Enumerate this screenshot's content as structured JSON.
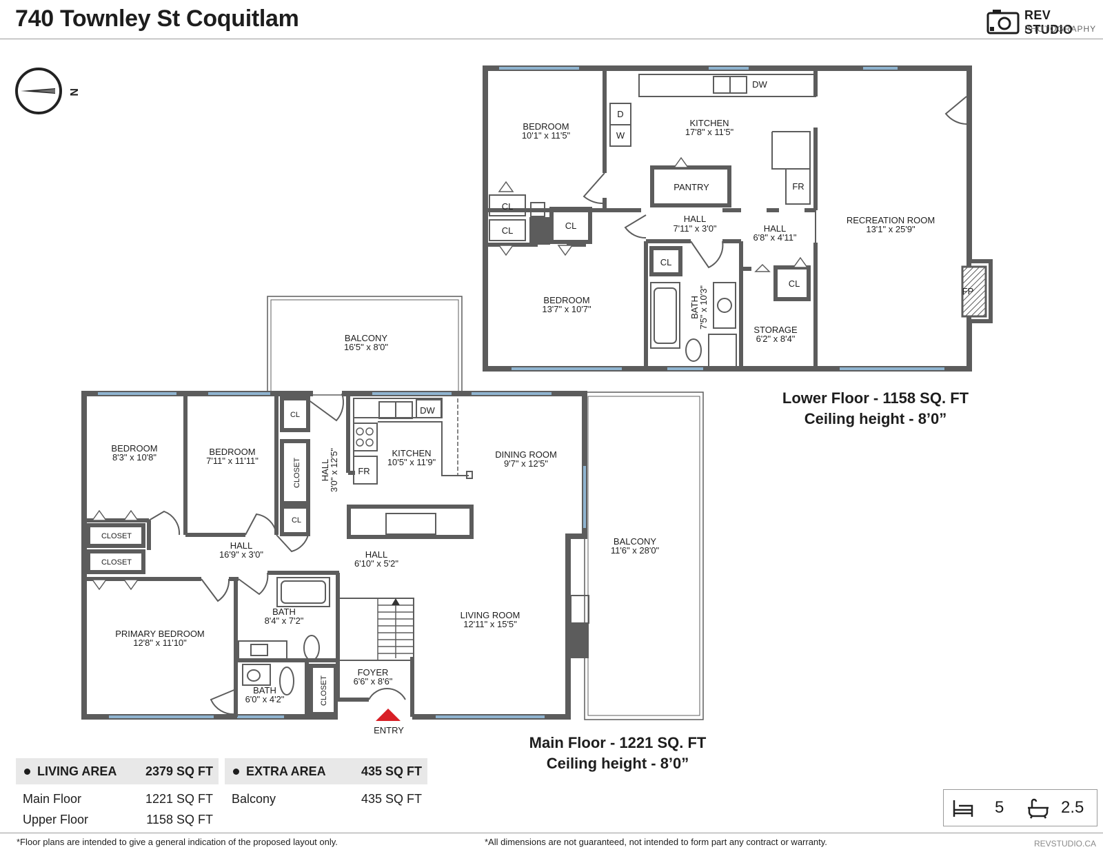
{
  "title": "740 Townley St Coquitlam",
  "brand": {
    "name": "REV STUDIO",
    "sub": "PHOTOGRAPHY"
  },
  "compass_label": "N",
  "lower_floor": {
    "caption_line1": "Lower Floor - 1158 SQ. FT",
    "caption_line2": "Ceiling height - 8’0”",
    "rooms": [
      {
        "id": "l-bed1",
        "name": "BEDROOM",
        "dim": "10'1\" x 11'5\""
      },
      {
        "id": "l-kitchen",
        "name": "KITCHEN",
        "dim": "17'8\" x 11'5\""
      },
      {
        "id": "l-pantry",
        "name": "PANTRY",
        "dim": ""
      },
      {
        "id": "l-hall1",
        "name": "HALL",
        "dim": "7'11\" x 3'0\""
      },
      {
        "id": "l-hall2",
        "name": "HALL",
        "dim": "6'8\" x 4'11\""
      },
      {
        "id": "l-rec",
        "name": "RECREATION ROOM",
        "dim": "13'1\" x 25'9\""
      },
      {
        "id": "l-bed2",
        "name": "BEDROOM",
        "dim": "13'7\" x 10'7\""
      },
      {
        "id": "l-bath",
        "name": "BATH",
        "dim": "7'5\" x 10'3\""
      },
      {
        "id": "l-storage",
        "name": "STORAGE",
        "dim": "6'2\" x 8'4\""
      }
    ],
    "fixtures": {
      "dw": "DW",
      "d": "D",
      "w": "W",
      "fr": "FR",
      "cl": "CL",
      "fp": "FP"
    }
  },
  "main_floor": {
    "caption_line1": "Main Floor - 1221 SQ. FT",
    "caption_line2": "Ceiling height - 8’0”",
    "rooms": [
      {
        "id": "m-balcony-top",
        "name": "BALCONY",
        "dim": "16'5\" x 8'0\""
      },
      {
        "id": "m-bed1",
        "name": "BEDROOM",
        "dim": "8'3\" x 10'8\""
      },
      {
        "id": "m-bed2",
        "name": "BEDROOM",
        "dim": "7'11\" x 11'11\""
      },
      {
        "id": "m-hall-v",
        "name": "HALL",
        "dim": "3'0\" x 12'5\""
      },
      {
        "id": "m-kitchen",
        "name": "KITCHEN",
        "dim": "10'5\" x 11'9\""
      },
      {
        "id": "m-dining",
        "name": "DINING ROOM",
        "dim": "9'7\" x 12'5\""
      },
      {
        "id": "m-hall-w",
        "name": "HALL",
        "dim": "16'9\" x 3'0\""
      },
      {
        "id": "m-hall-c",
        "name": "HALL",
        "dim": "6'10\" x 5'2\""
      },
      {
        "id": "m-balcony-side",
        "name": "BALCONY",
        "dim": "11'6\" x 28'0\""
      },
      {
        "id": "m-primary",
        "name": "PRIMARY BEDROOM",
        "dim": "12'8\" x 11'10\""
      },
      {
        "id": "m-bath1",
        "name": "BATH",
        "dim": "8'4\" x 7'2\""
      },
      {
        "id": "m-living",
        "name": "LIVING ROOM",
        "dim": "12'11\" x 15'5\""
      },
      {
        "id": "m-bath2",
        "name": "BATH",
        "dim": "6'0\" x 4'2\""
      },
      {
        "id": "m-foyer",
        "name": "FOYER",
        "dim": "6'6\" x 8'6\""
      }
    ],
    "fixtures": {
      "cl": "CL",
      "closet": "CLOSET",
      "dw": "DW",
      "fr": "FR",
      "entry": "ENTRY"
    }
  },
  "living_area": {
    "heading": "LIVING AREA",
    "total": "2379 SQ FT",
    "rows": [
      {
        "label": "Main Floor",
        "value": "1221 SQ FT"
      },
      {
        "label": "Upper Floor",
        "value": "1158 SQ FT"
      }
    ]
  },
  "extra_area": {
    "heading": "EXTRA AREA",
    "total": "435 SQ FT",
    "rows": [
      {
        "label": "Balcony",
        "value": "435 SQ FT"
      }
    ]
  },
  "counts": {
    "beds": "5",
    "baths": "2.5"
  },
  "footer": {
    "left": "*Floor plans are intended to give a general indication of the proposed layout only.",
    "right": "*All dimensions are not guaranteed, not intended to form part any contract or warranty.",
    "site": "REVSTUDIO.CA"
  },
  "colors": {
    "wall": "#5c5c5c",
    "window": "#8fb4d0",
    "entry_marker": "#d81f26",
    "panel": "#e8e8e8"
  }
}
